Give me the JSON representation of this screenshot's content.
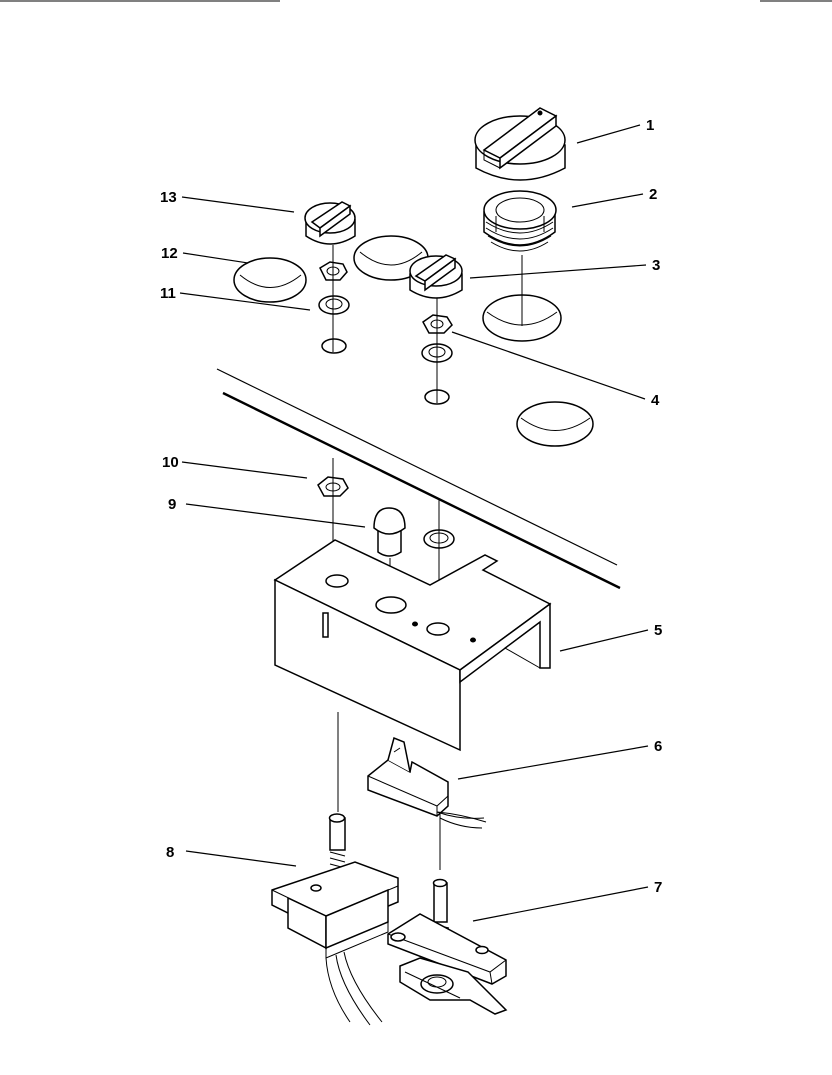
{
  "callouts": [
    {
      "id": "1",
      "text": "1"
    },
    {
      "id": "2",
      "text": "2"
    },
    {
      "id": "3",
      "text": "3"
    },
    {
      "id": "4",
      "text": "4"
    },
    {
      "id": "5",
      "text": "5"
    },
    {
      "id": "6",
      "text": "6"
    },
    {
      "id": "7",
      "text": "7"
    },
    {
      "id": "8",
      "text": "8"
    },
    {
      "id": "9",
      "text": "9"
    },
    {
      "id": "10",
      "text": "10"
    },
    {
      "id": "11",
      "text": "11"
    },
    {
      "id": "12",
      "text": "12"
    },
    {
      "id": "13",
      "text": "13"
    }
  ],
  "colors": {
    "ink": "#000000",
    "paper": "#ffffff"
  }
}
